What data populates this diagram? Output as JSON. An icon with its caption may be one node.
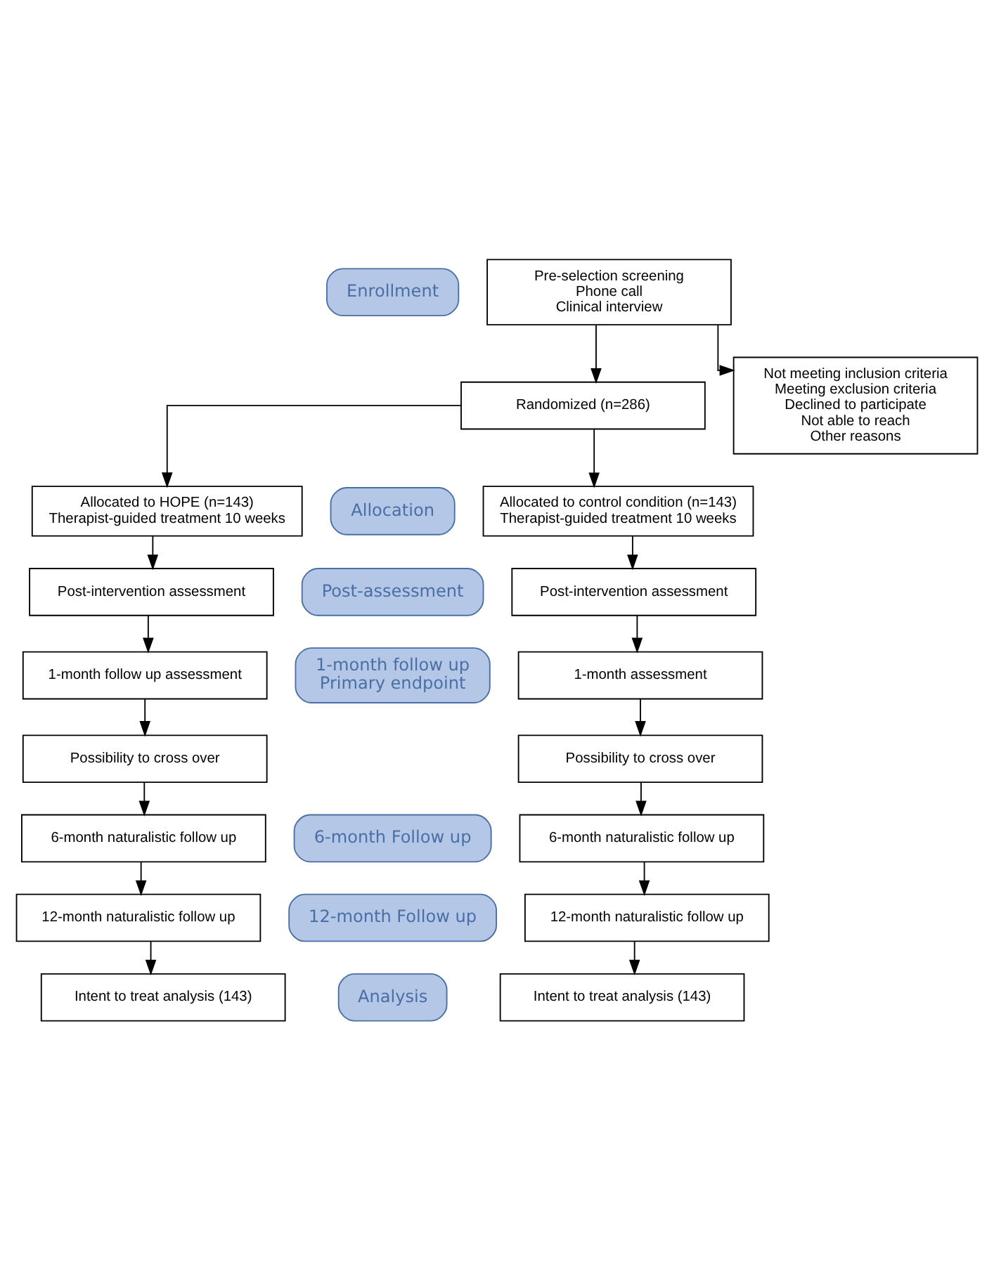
{
  "diagram": {
    "nodes": [
      {
        "text": [
          "Enrollment"
        ]
      },
      {
        "text": [
          "Pre-selection screening",
          "Phone call",
          "Clinical interview"
        ]
      },
      {
        "text": [
          "Not meeting inclusion criteria",
          "Meeting exclusion criteria",
          "Declined to participate",
          "Not able to reach",
          "Other reasons"
        ]
      },
      {
        "text": [
          "Randomized (n=286)"
        ]
      },
      {
        "text": [
          "Allocated to HOPE (n=143)",
          "Therapist-guided treatment 10 weeks"
        ]
      },
      {
        "text": [
          "Allocation"
        ]
      },
      {
        "text": [
          "Allocated to control condition (n=143)",
          "Therapist-guided treatment 10 weeks"
        ]
      },
      {
        "text": [
          "Post-intervention assessment"
        ]
      },
      {
        "text": [
          "Post-assessment"
        ]
      },
      {
        "text": [
          "Post-intervention assessment"
        ]
      },
      {
        "text": [
          "1-month follow up assessment"
        ]
      },
      {
        "text": [
          "1-month follow up",
          "Primary endpoint"
        ]
      },
      {
        "text": [
          "1-month assessment"
        ]
      },
      {
        "text": [
          "Possibility to cross over"
        ]
      },
      {
        "text": [
          "Possibility to cross over"
        ]
      },
      {
        "text": [
          "6-month naturalistic follow up"
        ]
      },
      {
        "text": [
          "6-month Follow up"
        ]
      },
      {
        "text": [
          "6-month naturalistic follow up"
        ]
      },
      {
        "text": [
          "12-month naturalistic follow up"
        ]
      },
      {
        "text": [
          "12-month Follow up"
        ]
      },
      {
        "text": [
          "12-month naturalistic follow up"
        ]
      },
      {
        "text": [
          "Intent to treat analysis (143)"
        ]
      },
      {
        "text": [
          "Analysis"
        ]
      },
      {
        "text": [
          "Intent to treat analysis (143)"
        ]
      }
    ],
    "edges": [
      {
        "from": 1,
        "to": 3,
        "arrow": "to"
      },
      {
        "from": 1,
        "to": 2,
        "arrow": "to"
      },
      {
        "from": 3,
        "to": 4,
        "arrow": "to"
      },
      {
        "from": 3,
        "to": 6,
        "arrow": "to"
      },
      {
        "from": 4,
        "to": 7,
        "arrow": "to"
      },
      {
        "from": 6,
        "to": 9,
        "arrow": "to"
      },
      {
        "from": 7,
        "to": 10,
        "arrow": "to"
      },
      {
        "from": 9,
        "to": 12,
        "arrow": "to"
      },
      {
        "from": 10,
        "to": 13,
        "arrow": "to"
      },
      {
        "from": 12,
        "to": 14,
        "arrow": "to"
      },
      {
        "from": 13,
        "to": 15,
        "arrow": "to"
      },
      {
        "from": 14,
        "to": 17,
        "arrow": "to"
      },
      {
        "from": 15,
        "to": 18,
        "arrow": "to"
      },
      {
        "from": 17,
        "to": 20,
        "arrow": "to"
      },
      {
        "from": 18,
        "to": 21,
        "arrow": "to"
      },
      {
        "from": 20,
        "to": 23,
        "arrow": "to"
      }
    ]
  }
}
